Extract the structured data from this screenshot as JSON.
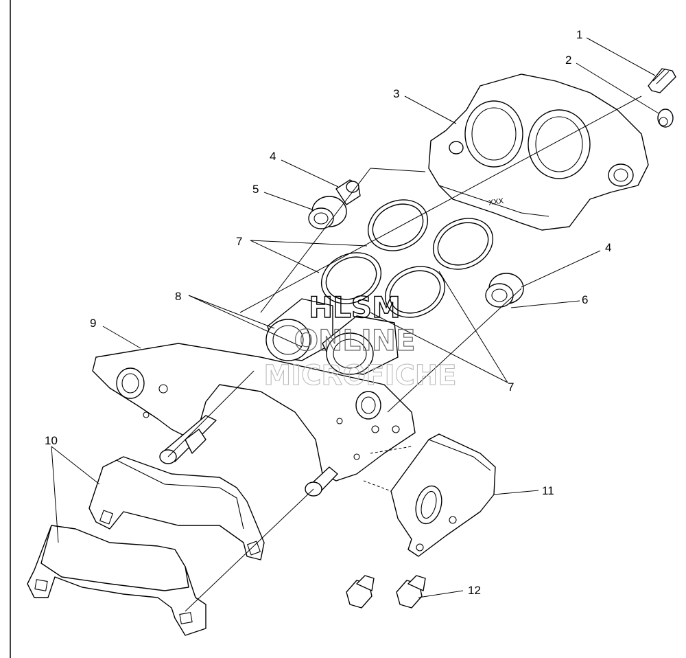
{
  "diagram": {
    "callouts": [
      "1",
      "2",
      "3",
      "4",
      "5",
      "4",
      "6",
      "7",
      "7",
      "8",
      "9",
      "10",
      "11",
      "12"
    ],
    "part_marking": "XXX",
    "watermark": [
      "HLSM",
      "ONLINE",
      "MICROFICHE"
    ]
  }
}
